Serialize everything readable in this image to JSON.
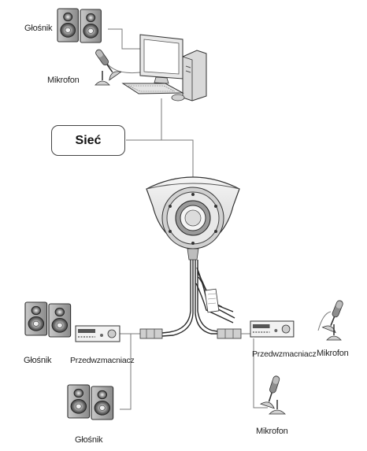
{
  "labels": {
    "speaker_top": "Głośnik",
    "mic_top": "Mikrofon",
    "network": "Sieć",
    "speaker_left": "Głośnik",
    "amp_left": "Przedwzmacniacz",
    "speaker_bottom": "Głośnik",
    "amp_right": "Przedwzmacniacz",
    "mic_right": "Mikrofon",
    "mic_bottom": "Mikrofon"
  },
  "icons": [
    "speaker-pair-icon",
    "microphone-icon",
    "computer-icon",
    "dome-camera-icon",
    "preamplifier-icon",
    "cable-connector-icon"
  ],
  "colors": {
    "line": "#7a7a7a",
    "dark": "#2b2b2b",
    "mid": "#8c8c8c",
    "light": "#d6d6d6"
  }
}
